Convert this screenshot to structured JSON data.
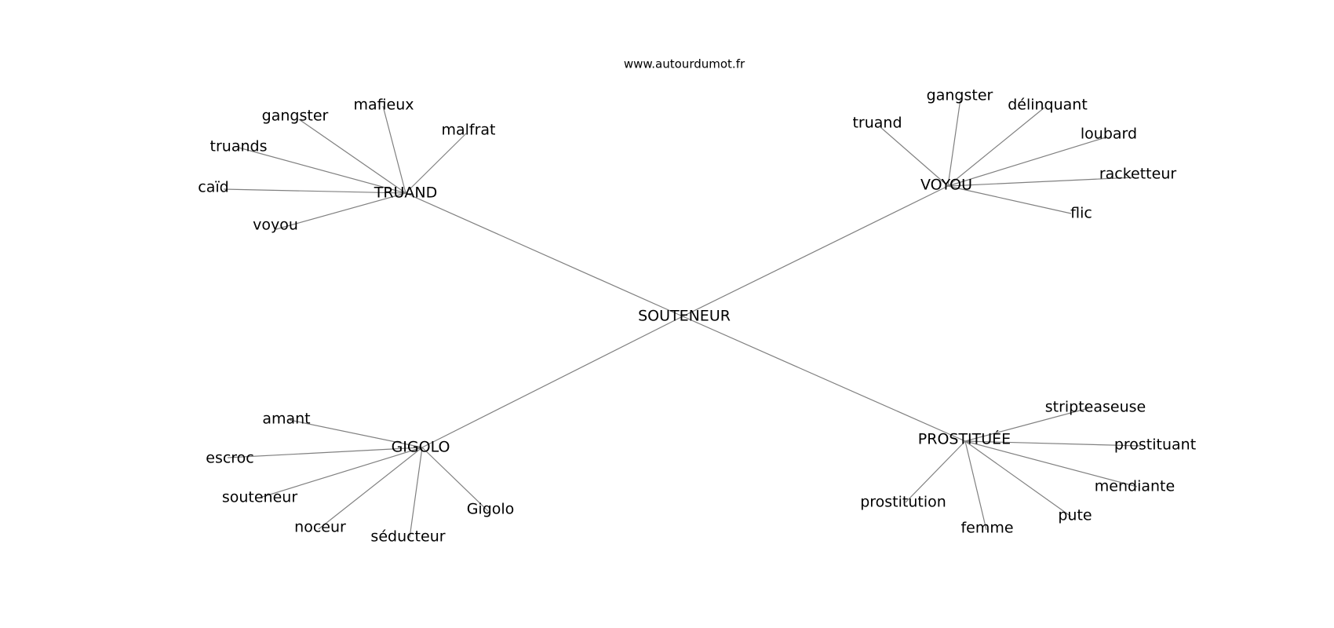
{
  "site": "www.autourdumot.fr",
  "center": "SOUTENEUR",
  "clusters": [
    {
      "label": "TRUAND",
      "words": [
        "gangster",
        "mafieux",
        "malfrat",
        "truands",
        "caïd",
        "voyou"
      ]
    },
    {
      "label": "VOYOU",
      "words": [
        "truand",
        "gangster",
        "délinquant",
        "loubard",
        "racketteur",
        "flic"
      ]
    },
    {
      "label": "GIGOLO",
      "words": [
        "amant",
        "escroc",
        "souteneur",
        "noceur",
        "séducteur",
        "Gigolo"
      ]
    },
    {
      "label": "PROSTITUÉE",
      "words": [
        "stripteaseuse",
        "prostituant",
        "mendiante",
        "pute",
        "femme",
        "prostitution"
      ]
    }
  ],
  "colors": {
    "edge": "#808080",
    "text": "#000000",
    "background": "#ffffff"
  }
}
